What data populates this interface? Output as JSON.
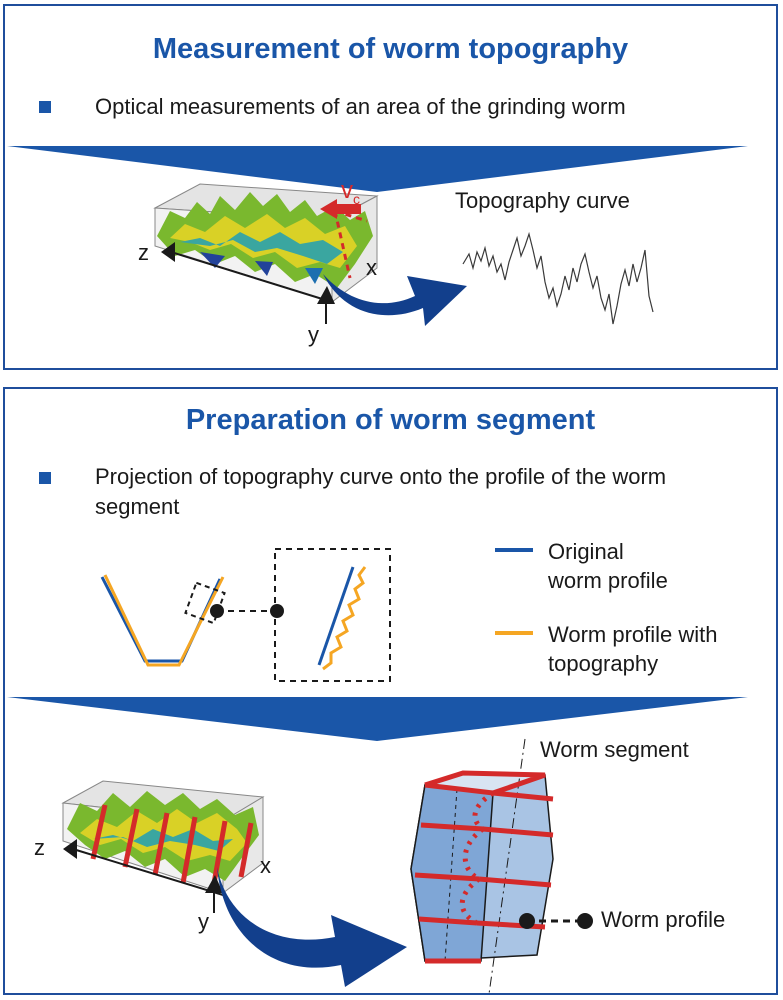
{
  "panel1": {
    "title": "Measurement of worm topography",
    "bullet": "Optical measurements of an area of the grinding worm",
    "vc_label": "v",
    "vc_sub": "c",
    "axis_z": "z",
    "axis_x": "x",
    "axis_y": "y",
    "curve_label": "Topography curve"
  },
  "panel2": {
    "title": "Preparation of worm segment",
    "bullet": "Projection of topography curve onto the profile of the worm segment",
    "legend": [
      {
        "label": "Original worm profile",
        "color": "#1a56a8"
      },
      {
        "label": "Worm profile with topography",
        "color": "#f5a623"
      }
    ],
    "segment_label": "Worm segment",
    "profile_label": "Worm profile",
    "axis_z": "z",
    "axis_x": "x",
    "axis_y": "y"
  },
  "colors": {
    "brand_blue": "#1a56a8",
    "arrow_blue": "#123f8c",
    "red": "#d42a2a",
    "orange": "#f5a623"
  }
}
